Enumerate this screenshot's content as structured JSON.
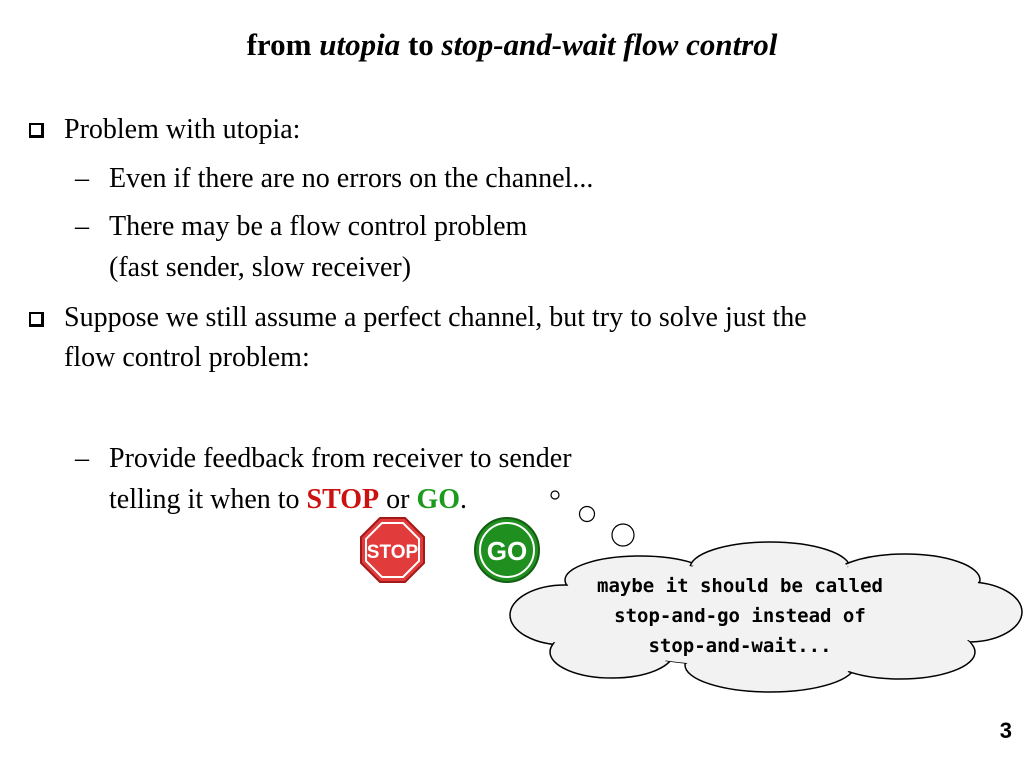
{
  "title": {
    "part1": "from ",
    "part2": "utopia",
    "part3": " to ",
    "part4": "stop-and-wait flow control"
  },
  "bullets": {
    "b1": "Problem with utopia:",
    "b1_sub1": "Even if there are no errors on the channel...",
    "b1_sub2_line1": "There may be a flow control problem",
    "b1_sub2_line2": "(fast sender, slow receiver)",
    "b2_line1": "Suppose we still assume a perfect channel, but try to solve just the",
    "b2_line2": "flow control problem:",
    "b2_sub1_line1": "Provide feedback from receiver to sender",
    "b2_sub1_line2_a": "telling it when to ",
    "b2_sub1_line2_stop": "STOP",
    "b2_sub1_line2_b": " or ",
    "b2_sub1_line2_go": "GO",
    "b2_sub1_line2_c": ".",
    "dash": "–"
  },
  "signs": {
    "stop_label": "STOP",
    "go_label": "GO",
    "stop_color": "#e23b3b",
    "go_color": "#1f8f1f"
  },
  "thought_bubble": {
    "line1": "maybe it should be called",
    "line2": "stop-and-go instead of",
    "line3": "stop-and-wait..."
  },
  "page_number": "3"
}
